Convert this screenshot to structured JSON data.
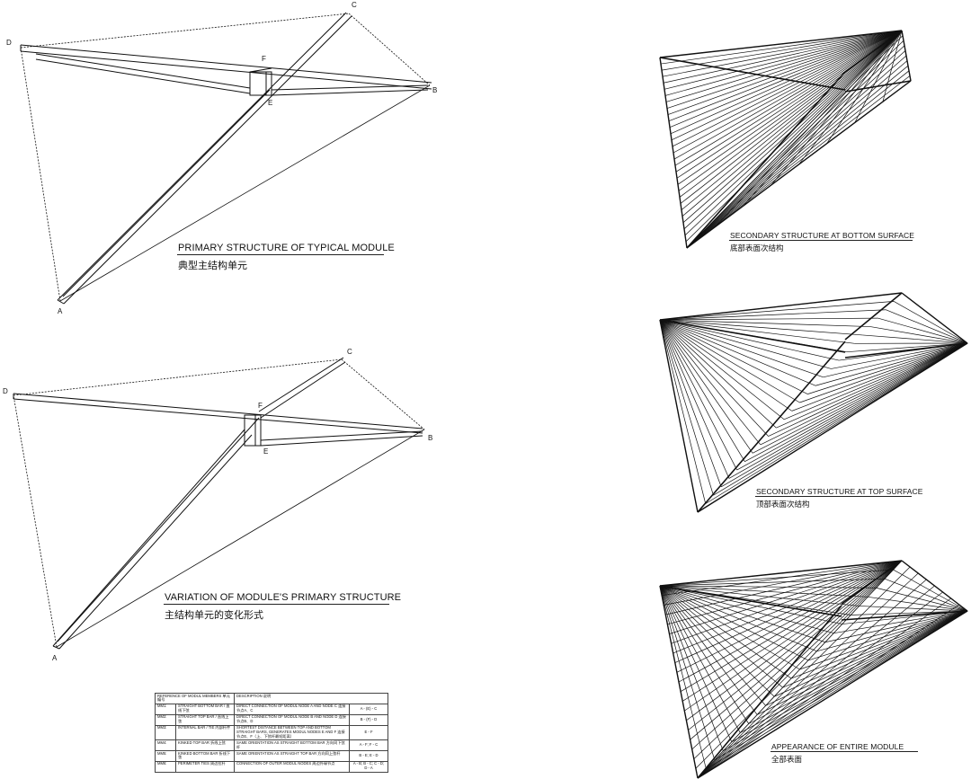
{
  "panels": {
    "primary": {
      "title": "PRIMARY STRUCTURE OF TYPICAL MODULE",
      "subtitle": "典型主结构单元",
      "nodes": {
        "A": "A",
        "B": "B",
        "C": "C",
        "D": "D",
        "E": "E",
        "F": "F"
      }
    },
    "variation": {
      "title": "VARIATION OF MODULE'S PRIMARY STRUCTURE",
      "subtitle": "主结构单元的变化形式",
      "nodes": {
        "A": "A",
        "B": "B",
        "C": "C",
        "D": "D",
        "E": "E",
        "F": "F"
      }
    },
    "bottom": {
      "title": "SECONDARY STRUCTURE AT BOTTOM SURFACE",
      "subtitle": "底部表面次结构"
    },
    "top": {
      "title": "SECONDARY STRUCTURE AT TOP SURFACE",
      "subtitle": "顶部表面次结构"
    },
    "entire": {
      "title": "APPEARANCE OF ENTIRE MODULE",
      "subtitle": "全部表面"
    }
  },
  "reference_table": {
    "headers": [
      "REFERENCE OF MODUL MEMBERS 单元编号",
      "DESCRIPTION 说明"
    ],
    "rows": [
      {
        "code": "MM1:",
        "name": "STRAIGHT BOTTOM BAR / 直线下弦",
        "desc": "DIRECT CONNECTION OF MODUL NODE A AND NODE C 连接节点A、C",
        "nodes": "A - (E) - C"
      },
      {
        "code": "MM2:",
        "name": "STRAIGHT TOP BAR / 直线上弦",
        "desc": "DIRECT CONNECTION OF MODUL NODE B AND NODE D 连接节点B、D",
        "nodes": "B - (F) - D"
      },
      {
        "code": "MM3:",
        "name": "INTERNAL BAR / TIE 内部杆件",
        "desc": "SHORTEST DISTANCE BETWEEN TOP AND BOTTOM STRAIGHT BARS, GENERATES MODUL NODES E AND F 连接节点E、F（上、下弦杆最短距离）",
        "nodes": "E - F"
      },
      {
        "code": "MM4:",
        "name": "KINKED TOP BAR 折线上弦",
        "desc": "SAME ORIENTATION AS STRAIGHT BOTTOM BAR 方向同下弦杆",
        "nodes": "A - F; F - C"
      },
      {
        "code": "MM5:",
        "name": "KINKED BOTTOM BAR 折线下弦",
        "desc": "SAME ORIENTATION AS STRAIGHT TOP BAR 方向同上弦杆",
        "nodes": "B - E; E - D"
      },
      {
        "code": "MM6:",
        "name": "PERIMETER TIES 周边拉杆",
        "desc": "CONNECTION OF OUTER MODUL NODES 周边外缘节点",
        "nodes": "A - B; B - C; C - D; D - A"
      }
    ]
  },
  "colors": {
    "ink": "#111111",
    "background": "#ffffff"
  }
}
